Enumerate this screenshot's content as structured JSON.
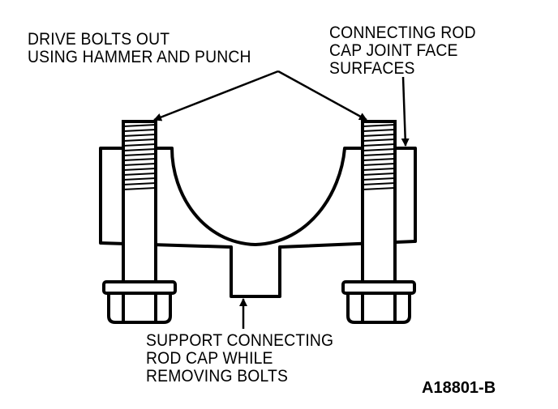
{
  "labels": {
    "drive_bolts": [
      "DRIVE BOLTS OUT",
      "USING HAMMER AND PUNCH"
    ],
    "joint_faces": [
      "CONNECTING ROD",
      "CAP JOINT FACE",
      "SURFACES"
    ],
    "support_cap": [
      "SUPPORT CONNECTING",
      "ROD CAP WHILE",
      "REMOVING BOLTS"
    ]
  },
  "figure_id": "A18801-B"
}
